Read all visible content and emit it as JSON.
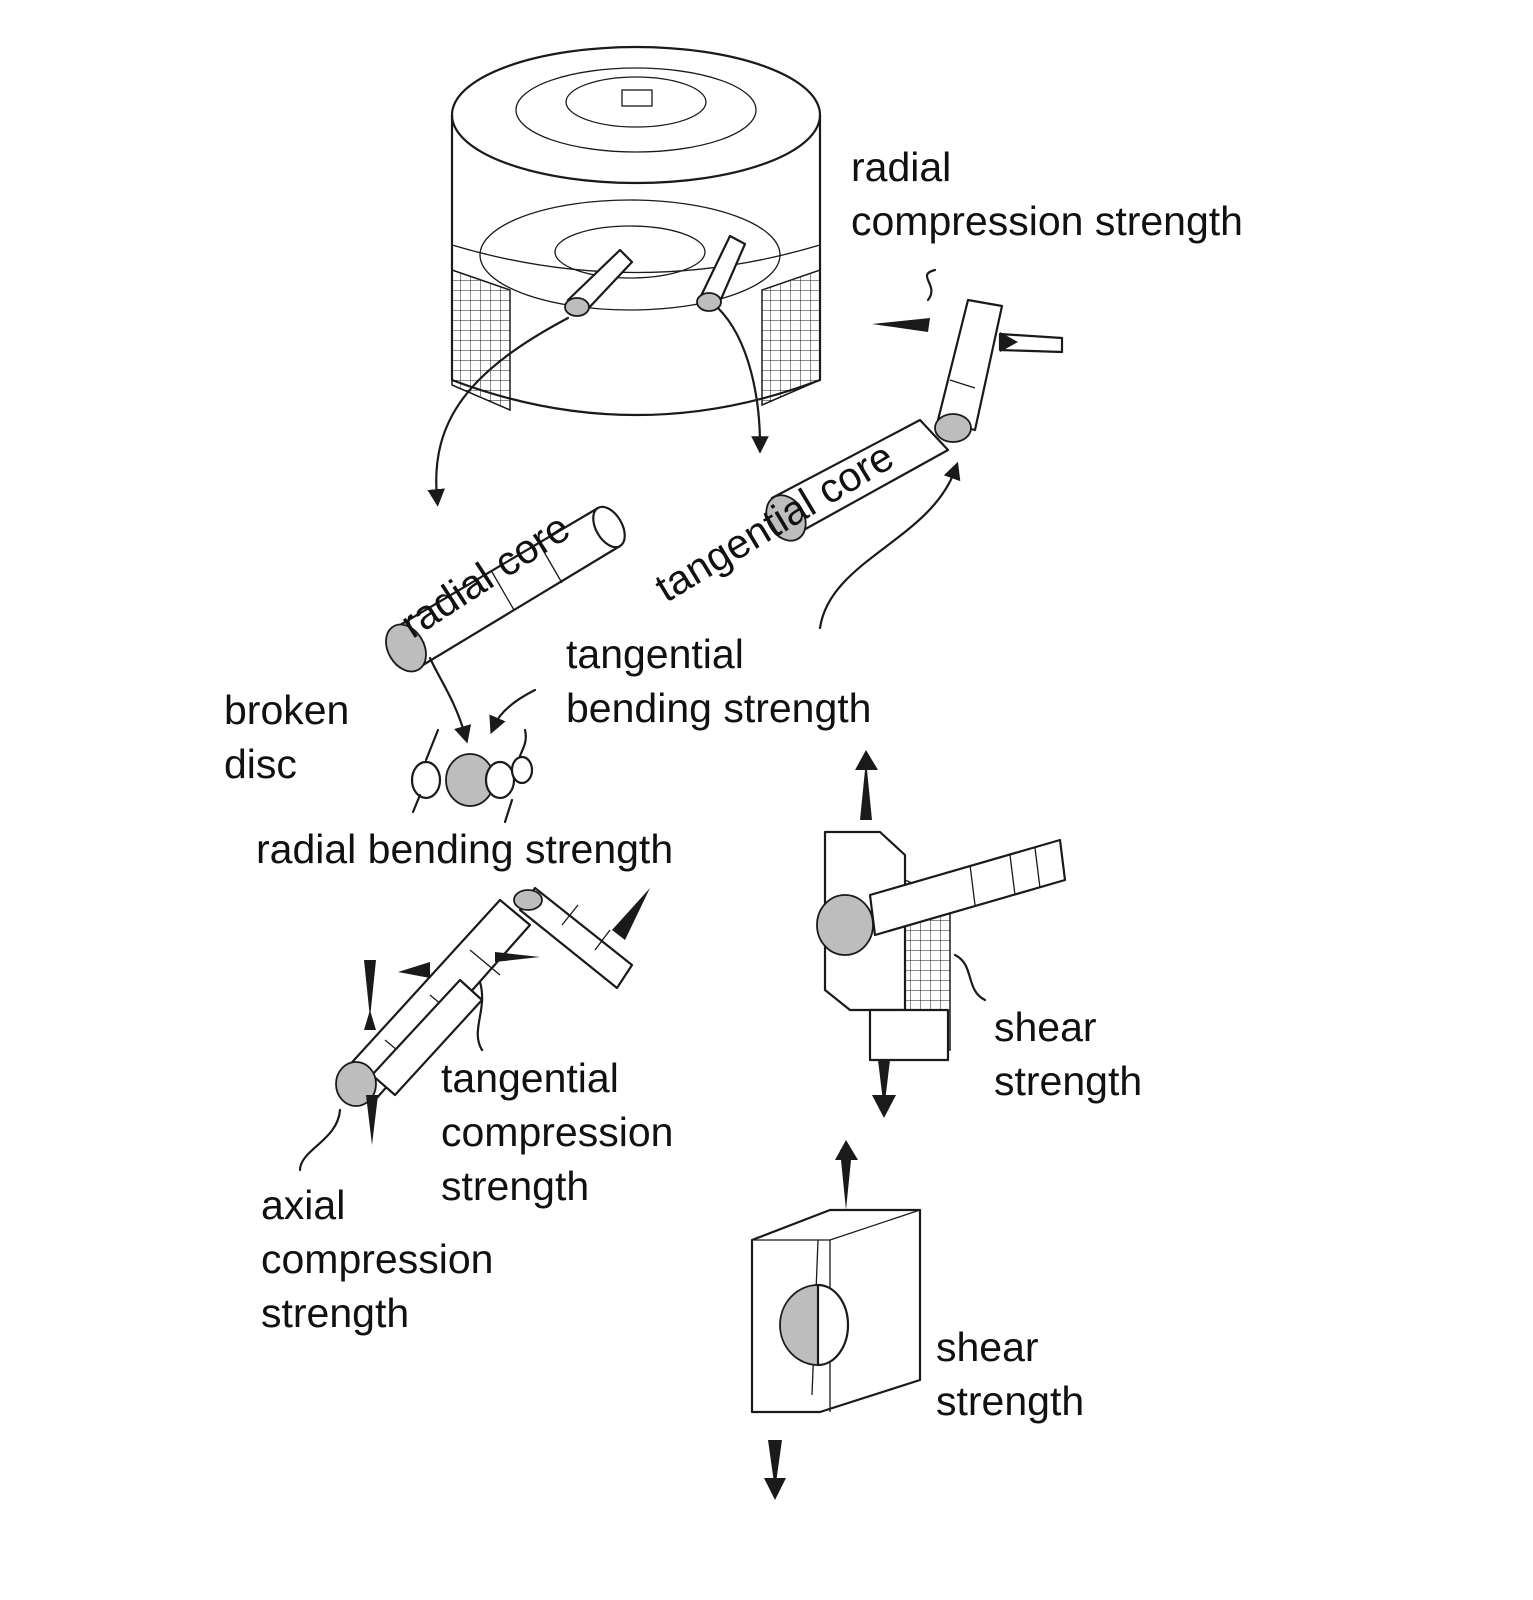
{
  "labels": {
    "radial_compression": [
      "radial",
      "compression strength"
    ],
    "tangential_core": "tangential core",
    "radial_core": "radial core",
    "tangential_bending": [
      "tangential",
      "bending strength"
    ],
    "broken_disc": [
      "broken",
      "disc"
    ],
    "radial_bending": "radial bending strength",
    "shear_upper": [
      "shear",
      "strength"
    ],
    "tangential_compression": [
      "tangential",
      "compression",
      "strength"
    ],
    "axial_compression": [
      "axial",
      "compression",
      "strength"
    ],
    "shear_lower": [
      "shear",
      "strength"
    ]
  },
  "colors": {
    "ink": "#1a1a1a",
    "hatch": "#bdbdbd",
    "paper": "#ffffff"
  }
}
